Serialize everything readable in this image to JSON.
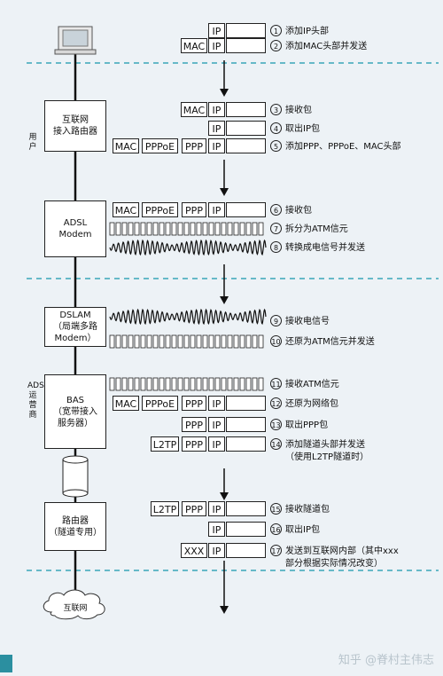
{
  "steps": [
    {
      "num": "1",
      "text": "添加IP头部"
    },
    {
      "num": "2",
      "text": "添加MAC头部并发送"
    },
    {
      "num": "3",
      "text": "接收包"
    },
    {
      "num": "4",
      "text": "取出IP包"
    },
    {
      "num": "5",
      "text": "添加PPP、PPPoE、MAC头部"
    },
    {
      "num": "6",
      "text": "接收包"
    },
    {
      "num": "7",
      "text": "拆分为ATM信元"
    },
    {
      "num": "8",
      "text": "转换成电信号并发送"
    },
    {
      "num": "9",
      "text": "接收电信号"
    },
    {
      "num": "10",
      "text": "还原为ATM信元并发送"
    },
    {
      "num": "11",
      "text": "接收ATM信元"
    },
    {
      "num": "12",
      "text": "还原为网络包"
    },
    {
      "num": "13",
      "text": "取出PPP包"
    },
    {
      "num": "14",
      "text": "添加隧道头部并发送",
      "text2": "（使用L2TP隧道时）"
    },
    {
      "num": "15",
      "text": "接收隧道包"
    },
    {
      "num": "16",
      "text": "取出IP包"
    },
    {
      "num": "17",
      "text": "发送到互联网内部（其中xxx",
      "text2": "部分根据实际情况改变）"
    }
  ],
  "nodes": {
    "router": [
      "互联网",
      "接入路由器"
    ],
    "modem": [
      "ADSL",
      "Modem"
    ],
    "dslam": [
      "DSLAM",
      "（局端多路",
      "Modem）"
    ],
    "bas": [
      "BAS",
      "（宽带接入",
      "服务器）"
    ],
    "tunnel_router": [
      "路由器",
      "（隧道专用）"
    ],
    "internet": "互联网"
  },
  "side_labels": {
    "user": "用户",
    "isp": "ADSL运营商"
  },
  "header_labels": {
    "ip": "IP",
    "mac": "MAC",
    "pppoe": "PPPoE",
    "ppp": "PPP",
    "l2tp": "L2TP",
    "xxx": "XXX"
  },
  "footer": "知乎 @脊村主伟志"
}
